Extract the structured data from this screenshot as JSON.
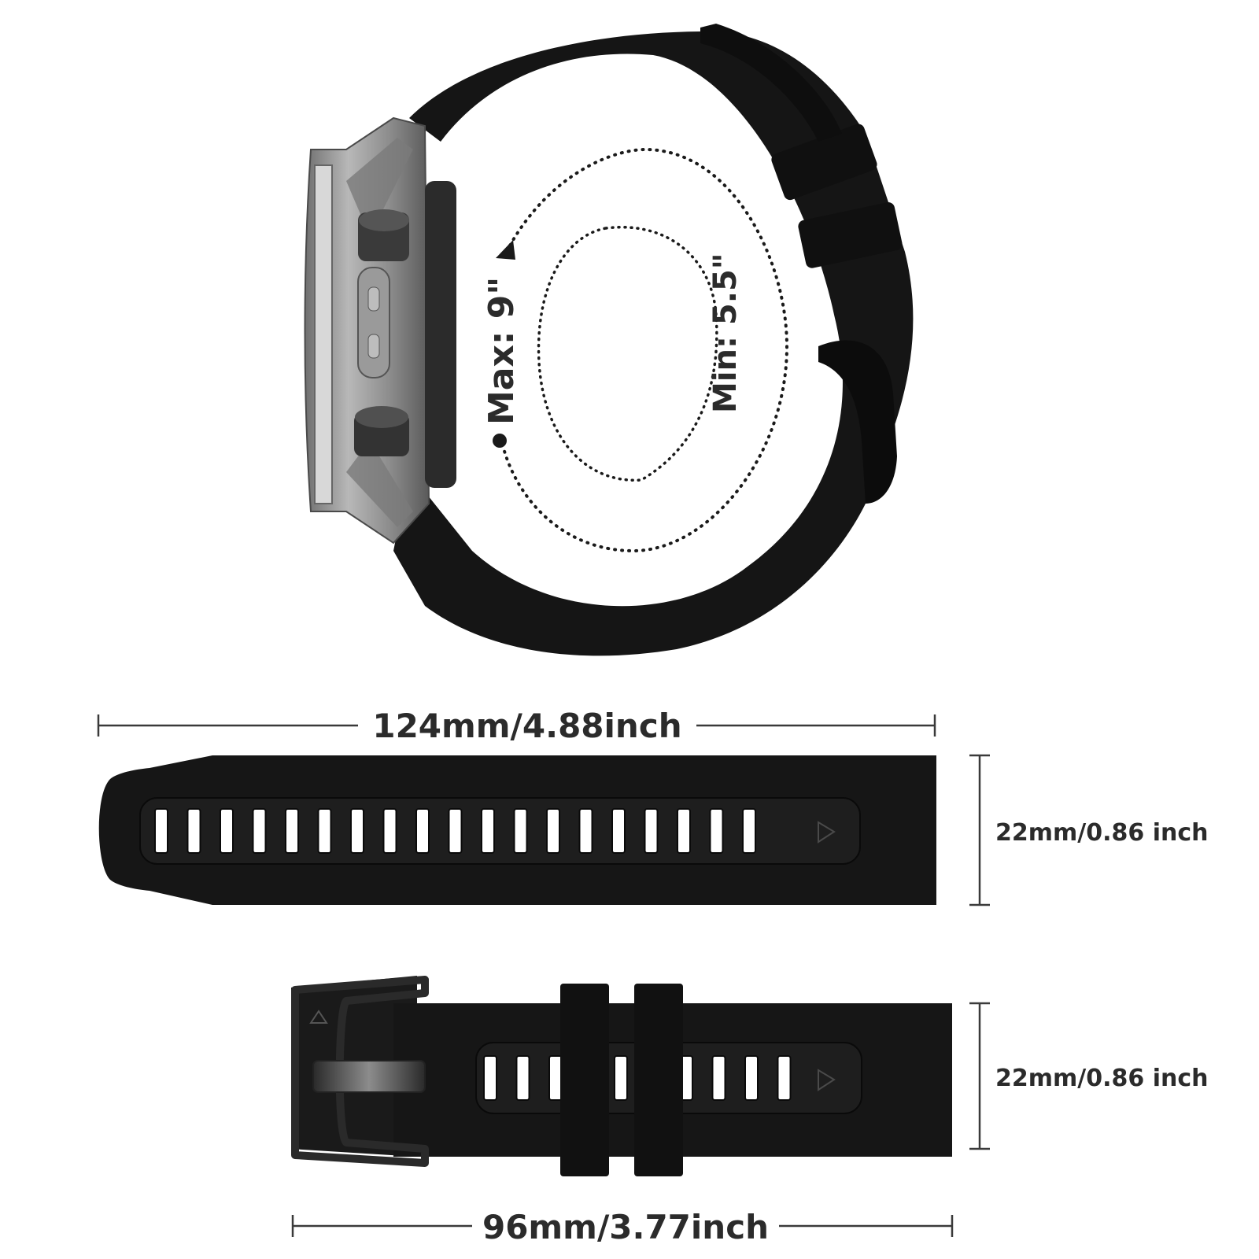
{
  "size_guide": {
    "max_label": "Max: 9\"",
    "min_label": "Min: 5.5\""
  },
  "long_strap": {
    "length_label": "124mm/4.88inch",
    "width_label": "22mm/0.86 inch"
  },
  "short_strap": {
    "length_label": "96mm/3.77inch",
    "width_label": "22mm/0.86 inch"
  },
  "colors": {
    "strap": "#161616",
    "strap_recess": "#1e1e1e",
    "case_metal": "#8e8e8e",
    "dimension_line": "#3a3a3a"
  }
}
